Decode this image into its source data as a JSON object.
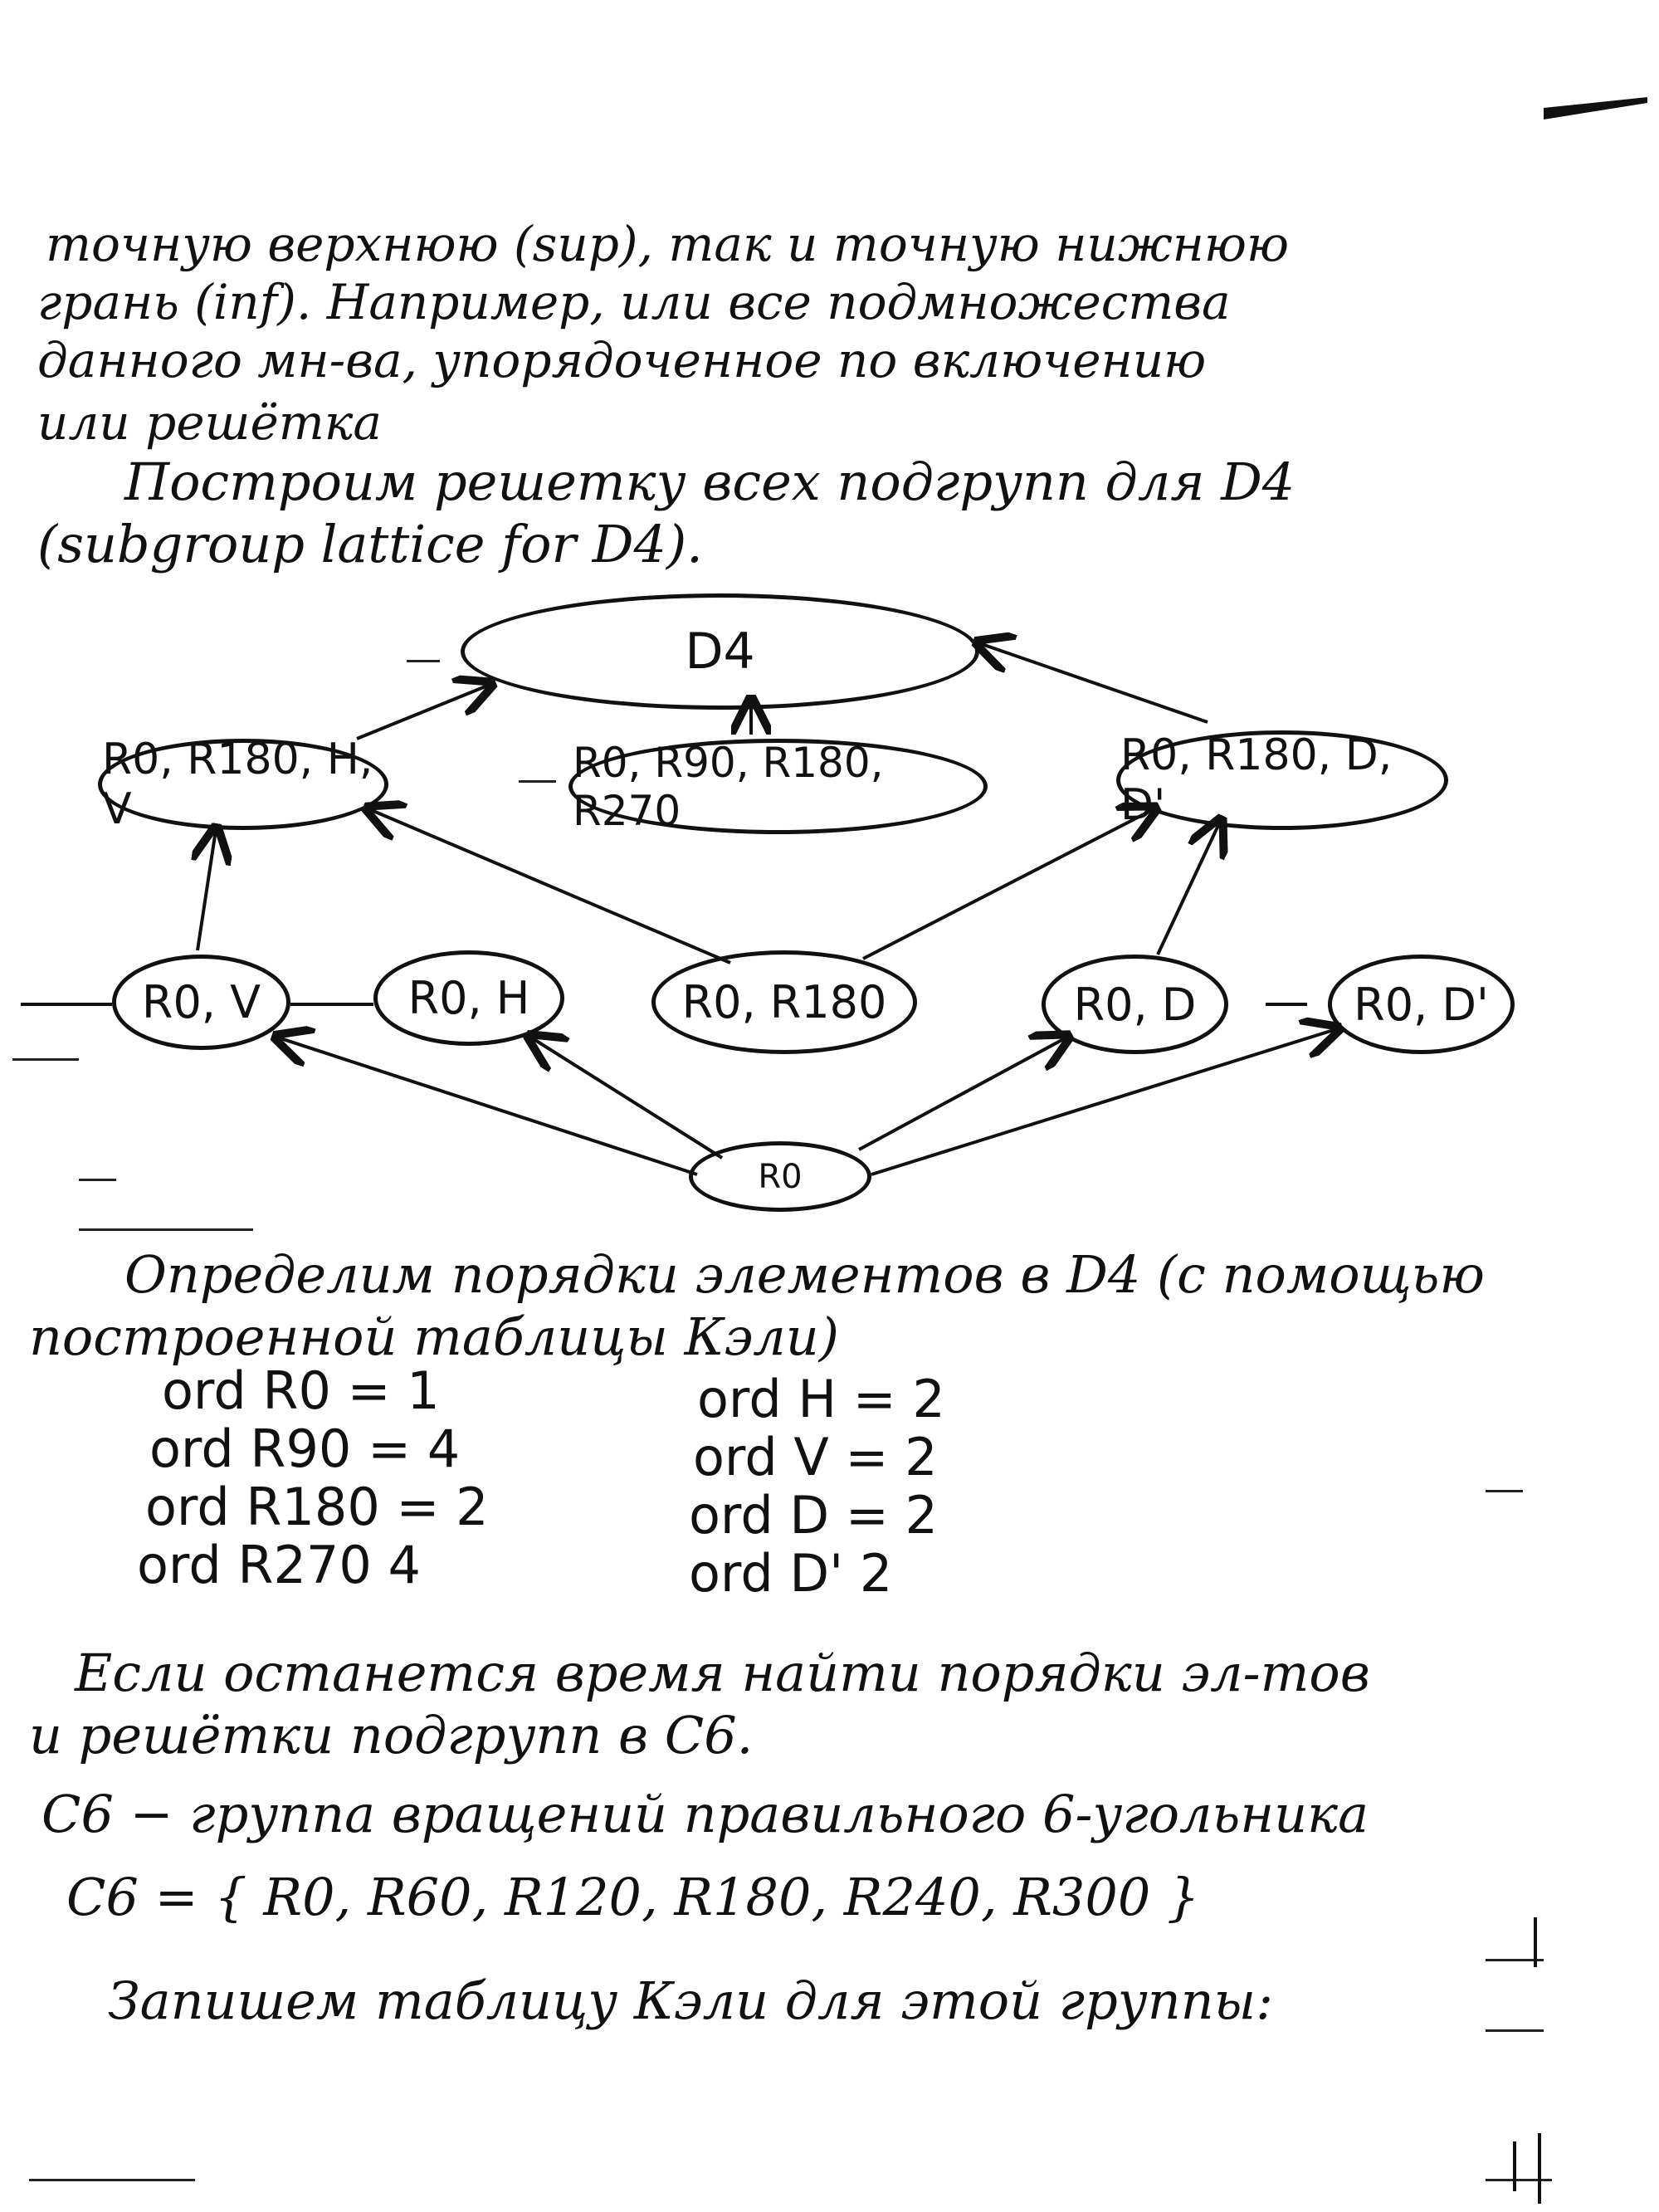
{
  "text": {
    "line1": "точную верхнюю (sup), так и точную нижнюю",
    "line2": "грань (inf). Например, или все подмножества",
    "line3": "данного мн-ва, упорядоченное по включению",
    "line4": "или решётка",
    "line5": "Построим решетку всех подгрупп для D4",
    "line6": "(subgroup lattice for D4)."
  },
  "lattice": {
    "top": "D4",
    "level2": [
      "R0, R180, H, V",
      "R0, R90, R180, R270",
      "R0, R180, D, D'"
    ],
    "level3": [
      "R0, V",
      "R0, H",
      "R0, R180",
      "R0, D",
      "R0, D'"
    ],
    "bottom": "R0"
  },
  "orders": {
    "intro1": "Определим порядки элементов в D4 (с помощью",
    "intro2": "построенной таблицы Кэли)",
    "left": [
      "ord R0 = 1",
      "ord R90 = 4",
      "ord R180 = 2",
      "ord R270 4"
    ],
    "right": [
      "ord H = 2",
      "ord V = 2",
      "ord D = 2",
      "ord D' 2"
    ]
  },
  "c6": {
    "line1": "Если останется время найти порядки эл-тов",
    "line2": "и решётки подгрупп в C6.",
    "line3": "C6 − группа вращений правильного 6-угольника",
    "line4": "C6 = { R0, R60, R120, R180, R240, R300 }",
    "line5": "Запишем таблицу Кэли для этой группы:"
  }
}
